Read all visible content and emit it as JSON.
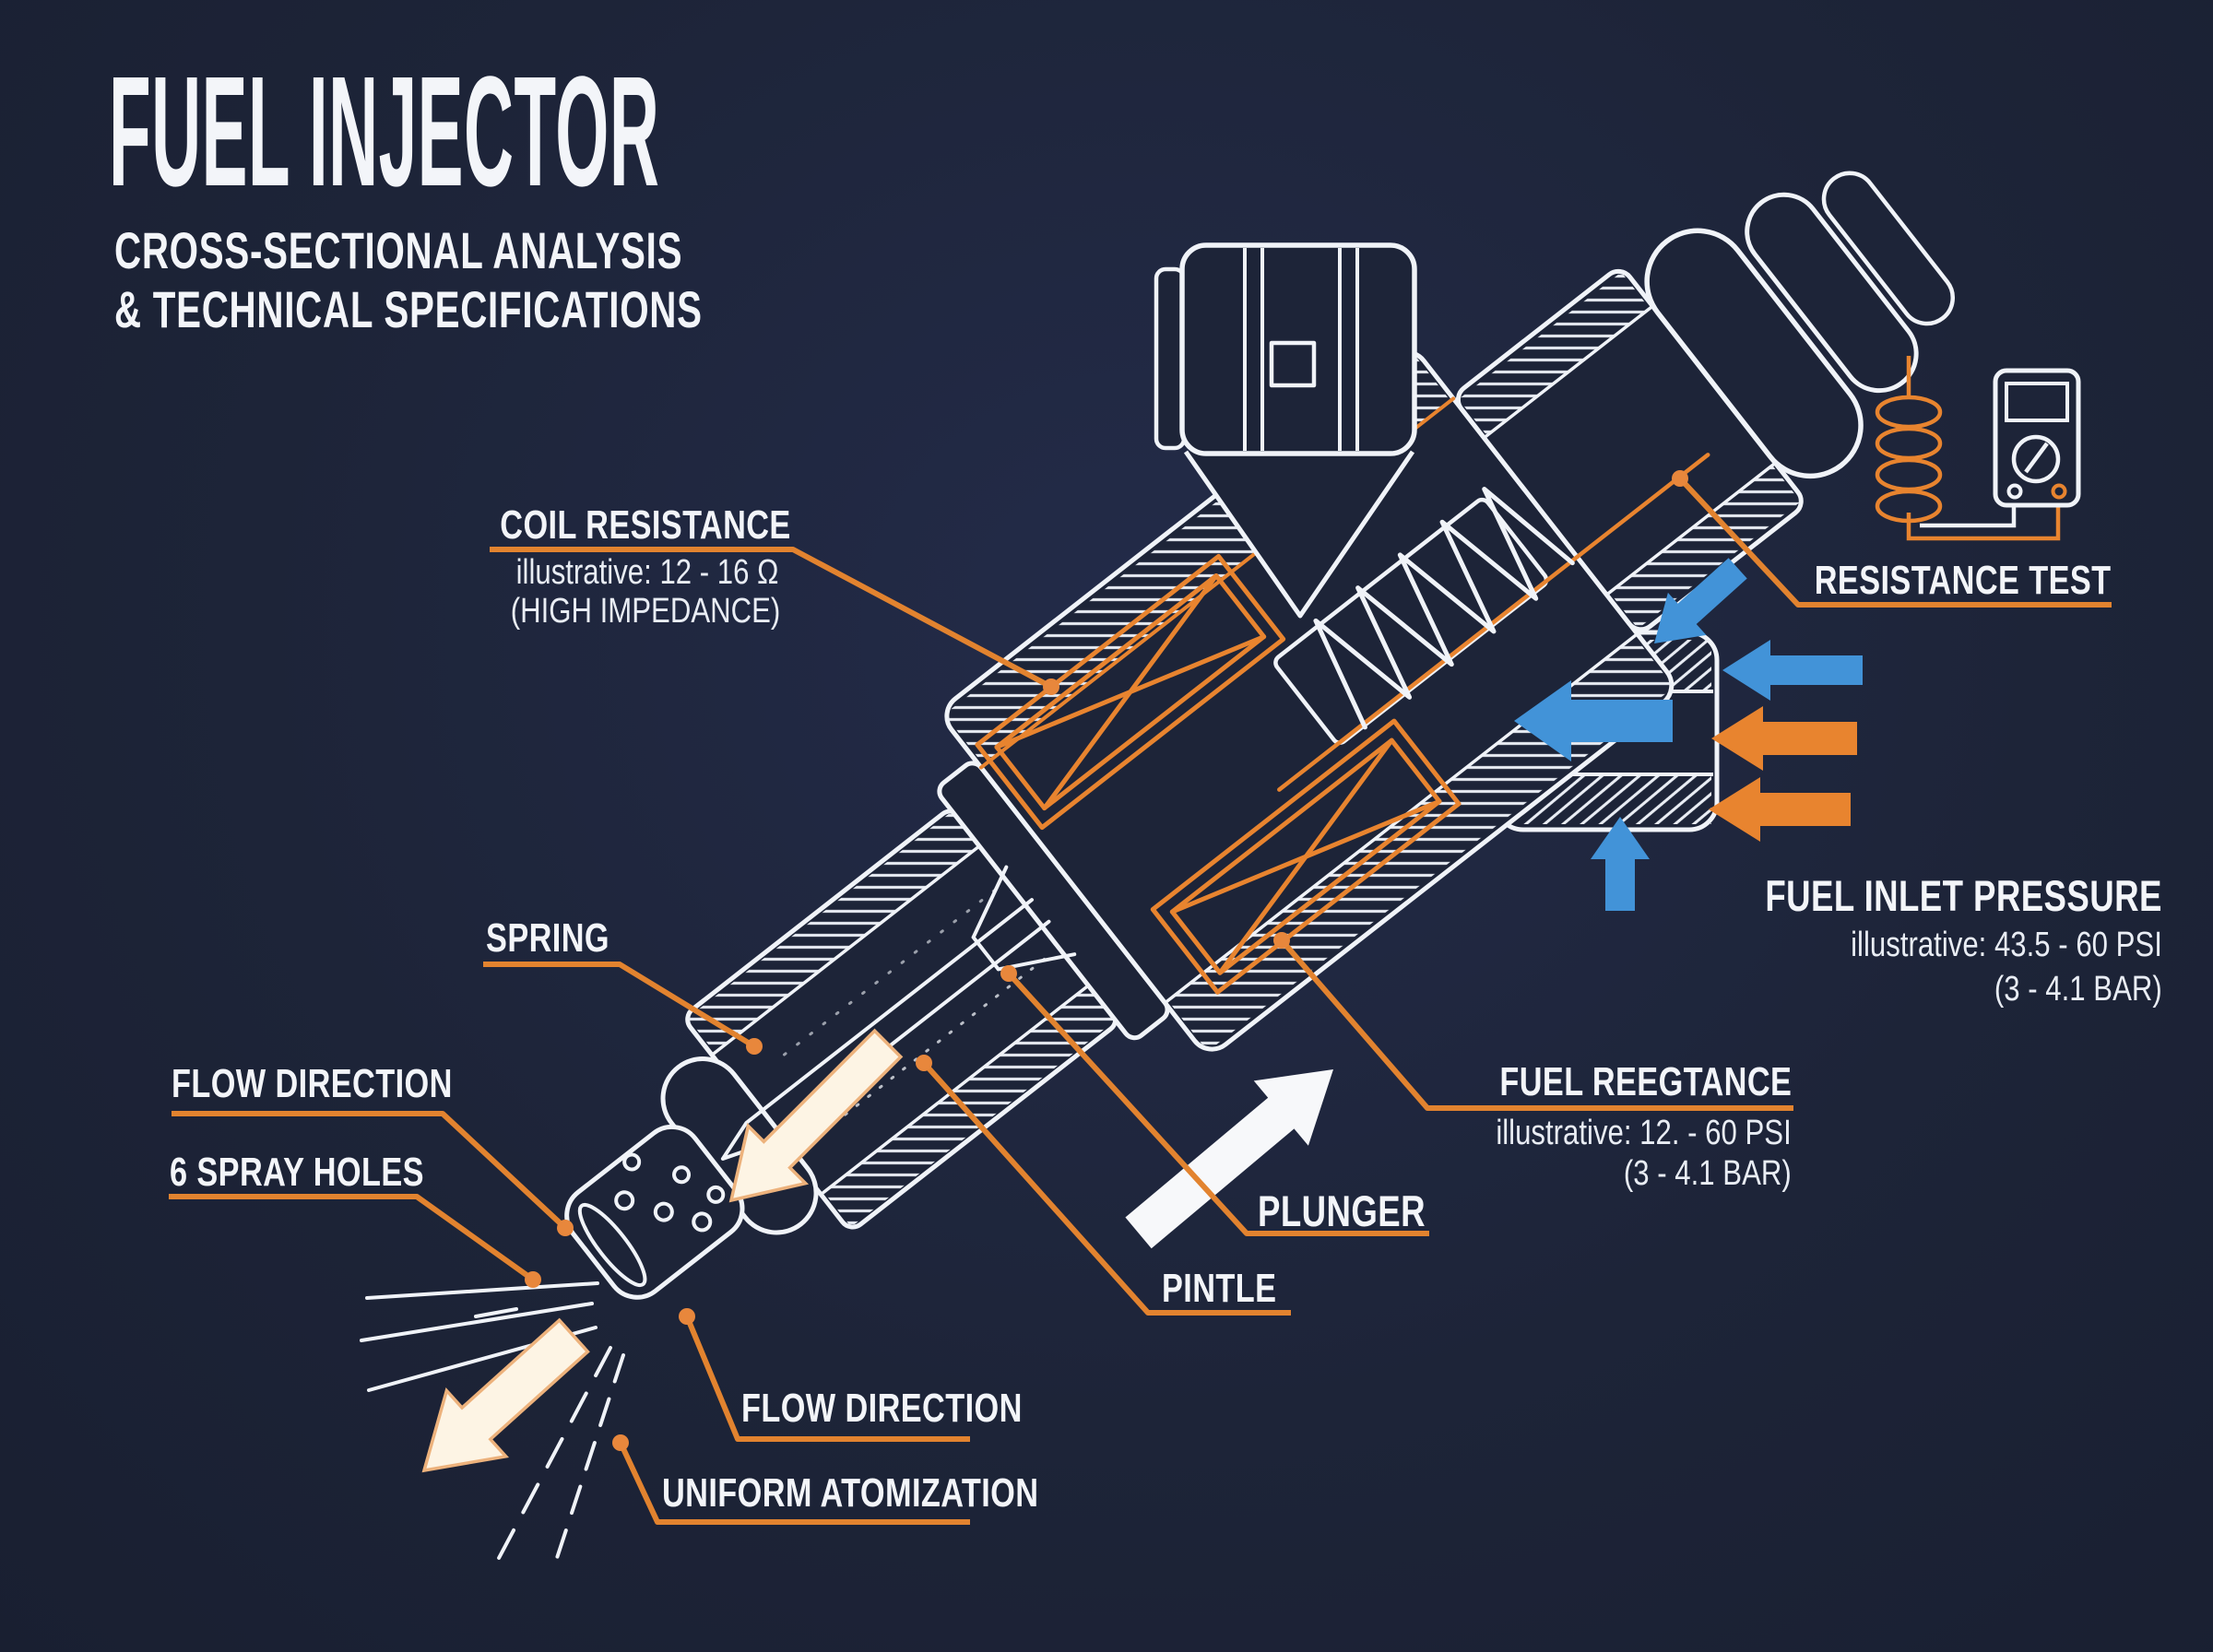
{
  "header": {
    "title": "FUEL INJECTOR",
    "subtitle_line1": "CROSS-SECTIONAL ANALYSIS",
    "subtitle_line2": "& TECHNICAL SPECIFICATIONS"
  },
  "callouts": {
    "coil_resistance": {
      "title": "COIL RESISTANCE",
      "value": "illustrative: 12 - 16 Ω",
      "note": "(HIGH IMPEDANCE)"
    },
    "resistance_test": {
      "title": "RESISTANCE TEST"
    },
    "fuel_inlet_pressure": {
      "title": "FUEL INLET PRESSURE",
      "value": "illustrative: 43.5 - 60 PSI",
      "note": "(3 - 4.1 BAR)"
    },
    "spring": {
      "title": "SPRING"
    },
    "flow_direction_upper": {
      "title": "FLOW DIRECTION"
    },
    "spray_holes": {
      "title": "6 SPRAY HOLES"
    },
    "fuel_resistance": {
      "title": "FUEL REEGTANCE",
      "value": "illustrative: 12. - 60 PSI",
      "note": "(3 - 4.1 BAR)"
    },
    "plunger": {
      "title": "PLUNGER"
    },
    "pintle": {
      "title": "PINTLE"
    },
    "flow_direction_lower": {
      "title": "FLOW DIRECTION"
    },
    "uniform_atomization": {
      "title": "UNIFORM ATOMIZATION"
    }
  },
  "icons": {
    "multimeter": "multimeter-icon",
    "coil": "coil-icon"
  },
  "colors": {
    "background": "#1d2438",
    "accent_orange": "#e8842f",
    "leader_orange": "#e2832f",
    "arrow_blue": "#4293d8",
    "arrow_cream": "#fdf4e4",
    "line_white": "#f0f3f8"
  }
}
